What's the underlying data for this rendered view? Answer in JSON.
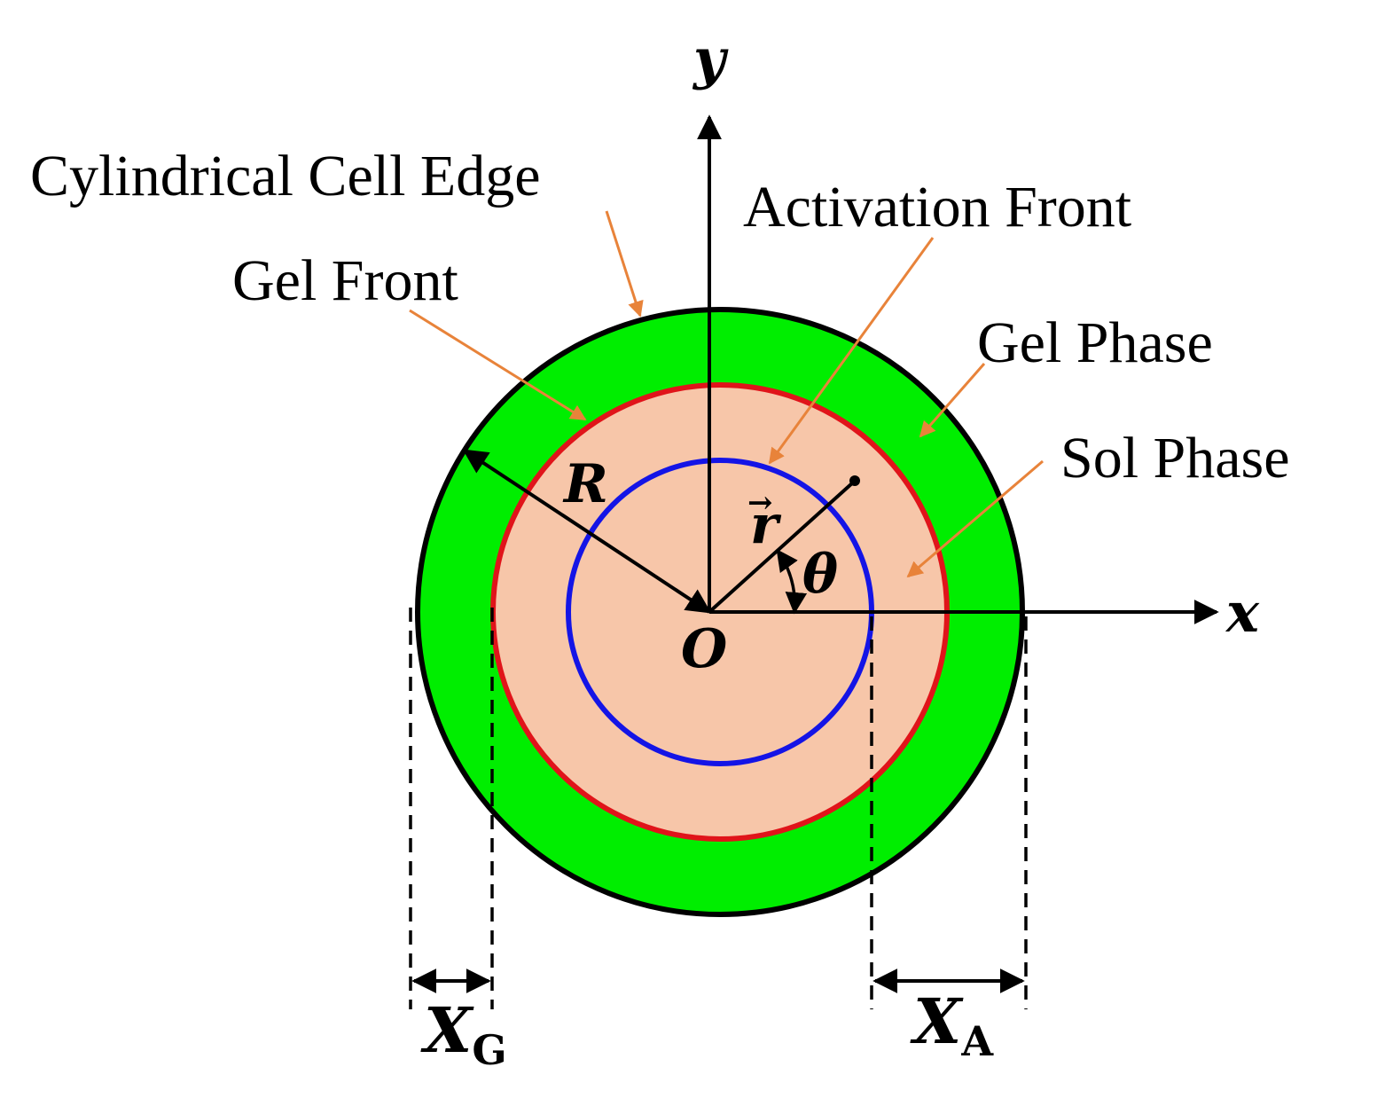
{
  "labels": {
    "cell_edge": "Cylindrical Cell Edge",
    "gel_front": "Gel Front",
    "activation_front": "Activation Front",
    "gel_phase": "Gel Phase",
    "sol_phase": "Sol Phase"
  },
  "symbols": {
    "y_axis": "y",
    "x_axis": "x",
    "origin": "O",
    "radius": "R",
    "position_vector": "r",
    "vector_arrow": "→",
    "angle": "θ",
    "gel_width_main": "X",
    "gel_width_sub": "G",
    "activation_width_main": "X",
    "activation_width_sub": "A"
  },
  "colors": {
    "gel_phase": "#00ee00",
    "sol_phase": "#f7c6a9",
    "gel_front": "#e0141a",
    "activation_front": "#1414e6",
    "cell_edge": "#000000",
    "annotation_arrow": "#e8833a"
  }
}
